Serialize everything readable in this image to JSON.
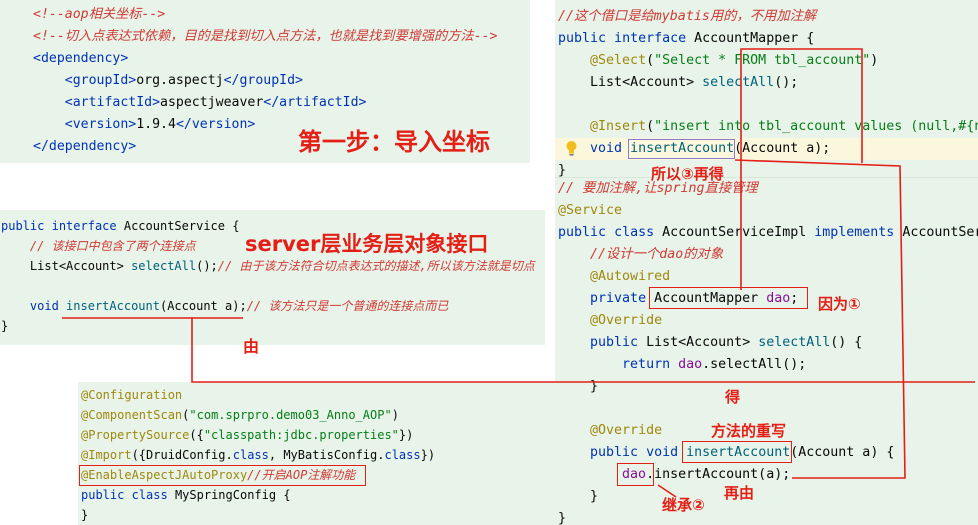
{
  "colors": {
    "note_red": "#e41f16",
    "editor_bg": "#e8f3ea",
    "current_line": "#fbf7dc"
  },
  "pom_snippet": {
    "lines": [
      "<!--aop相关坐标-->",
      "<!--切入点表达式依赖，目的是找到切入点方法，也就是找到要增强的方法-->",
      "<dependency>",
      "    <groupId>org.aspectj</groupId>",
      "    <artifactId>aspectjweaver</artifactId>",
      "    <version>1.9.4</version>",
      "</dependency>"
    ]
  },
  "service_interface_snippet": {
    "lines": [
      "public interface AccountService {",
      "    // 该接口中包含了两个连接点",
      "    List<Account> selectAll();// 由于该方法符合切点表达式的描述,所以该方法就是切点",
      "    void insertAccount(Account a);// 该方法只是一个普通的连接点而已",
      "}"
    ]
  },
  "config_snippet": {
    "lines": [
      "@Configuration",
      "@ComponentScan(\"com.sprpro.demo03_Anno_AOP\")",
      "@PropertySource({\"classpath:jdbc.properties\"})",
      "@Import({DruidConfig.class, MyBatisConfig.class})",
      "@EnableAspectJAutoProxy//开启AOP注解功能",
      "public class MySpringConfig {",
      "}"
    ]
  },
  "mapper_snippet": {
    "lines": [
      "//这个借口是给mybatis用的，不用加注解",
      "public interface AccountMapper {",
      "    @Select(\"Select * FROM tbl_account\")",
      "    List<Account> selectAll();",
      "    @Insert(\"insert into tbl_account values (null,#{n",
      "    void insertAccount(Account a);",
      "}"
    ]
  },
  "service_impl_snippet": {
    "lines": [
      "// 要加注解,让spring直接管理",
      "@Service",
      "public class AccountServiceImpl implements AccountSer",
      "    //设计一个dao的对象",
      "    @Autowired",
      "    private AccountMapper dao;",
      "    @Override",
      "    public List<Account> selectAll() {",
      "        return dao.selectAll();",
      "    }",
      "    @Override",
      "    public void insertAccount(Account a) {",
      "        dao.insertAccount(a);",
      "    }",
      "}"
    ]
  },
  "notes": {
    "step_one": "第一步：导入坐标",
    "service_interface": "server层业务层对象接口",
    "from": "由",
    "so_three": "所以③再得",
    "because_one": "因为①",
    "get": "得",
    "method_override": "方法的重写",
    "then_from": "再由",
    "inherit_two": "继承②"
  }
}
